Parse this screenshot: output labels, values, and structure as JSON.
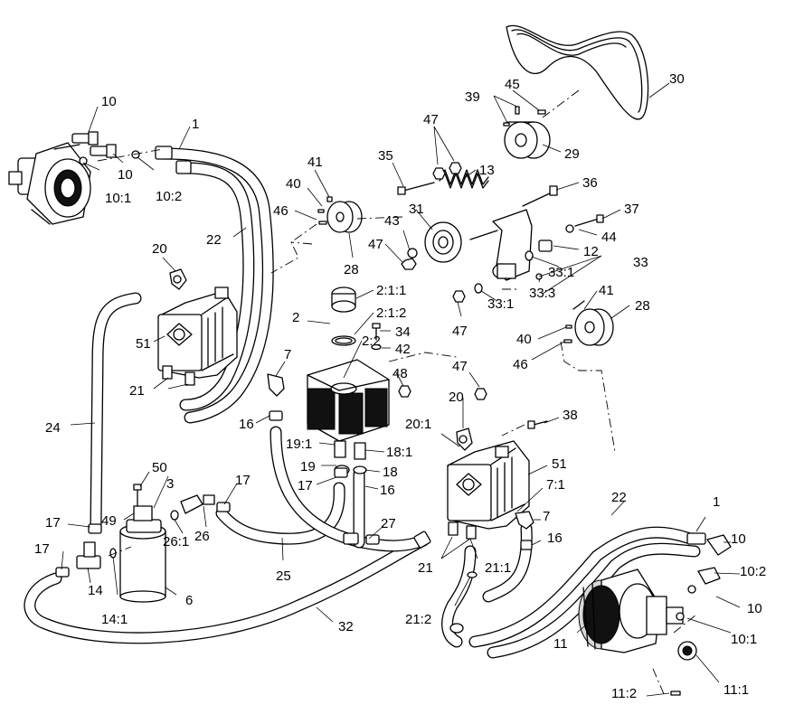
{
  "callouts": [
    {
      "id": "c-10-a",
      "text": "10"
    },
    {
      "id": "c-1-a",
      "text": "1"
    },
    {
      "id": "c-10-b",
      "text": "10"
    },
    {
      "id": "c-10-1-a",
      "text": "10:1"
    },
    {
      "id": "c-10-2-a",
      "text": "10:2"
    },
    {
      "id": "c-22-a",
      "text": "22"
    },
    {
      "id": "c-20-a",
      "text": "20"
    },
    {
      "id": "c-51-a",
      "text": "51"
    },
    {
      "id": "c-21-a",
      "text": "21"
    },
    {
      "id": "c-24",
      "text": "24"
    },
    {
      "id": "c-16-a",
      "text": "16"
    },
    {
      "id": "c-7-a",
      "text": "7"
    },
    {
      "id": "c-40-a",
      "text": "40"
    },
    {
      "id": "c-41-a",
      "text": "41"
    },
    {
      "id": "c-46-a",
      "text": "46"
    },
    {
      "id": "c-28-a",
      "text": "28"
    },
    {
      "id": "c-2",
      "text": "2"
    },
    {
      "id": "c-2-1-1",
      "text": "2:1:1"
    },
    {
      "id": "c-2-1-2",
      "text": "2:1:2"
    },
    {
      "id": "c-2-2",
      "text": "2:2"
    },
    {
      "id": "c-34",
      "text": "34"
    },
    {
      "id": "c-42",
      "text": "42"
    },
    {
      "id": "c-48",
      "text": "48"
    },
    {
      "id": "c-19-1",
      "text": "19:1"
    },
    {
      "id": "c-18-1",
      "text": "18:1"
    },
    {
      "id": "c-19",
      "text": "19"
    },
    {
      "id": "c-18",
      "text": "18"
    },
    {
      "id": "c-17-a",
      "text": "17"
    },
    {
      "id": "c-16-b",
      "text": "16"
    },
    {
      "id": "c-35",
      "text": "35"
    },
    {
      "id": "c-47-a",
      "text": "47"
    },
    {
      "id": "c-13",
      "text": "13"
    },
    {
      "id": "c-31",
      "text": "31"
    },
    {
      "id": "c-43",
      "text": "43"
    },
    {
      "id": "c-47-b",
      "text": "47"
    },
    {
      "id": "c-36",
      "text": "36"
    },
    {
      "id": "c-37",
      "text": "37"
    },
    {
      "id": "c-44",
      "text": "44"
    },
    {
      "id": "c-12",
      "text": "12"
    },
    {
      "id": "c-33-1-a",
      "text": "33:1"
    },
    {
      "id": "c-33",
      "text": "33"
    },
    {
      "id": "c-33-3",
      "text": "33:3"
    },
    {
      "id": "c-33-1-b",
      "text": "33:1"
    },
    {
      "id": "c-47-c",
      "text": "47"
    },
    {
      "id": "c-39",
      "text": "39"
    },
    {
      "id": "c-45",
      "text": "45"
    },
    {
      "id": "c-30",
      "text": "30"
    },
    {
      "id": "c-29",
      "text": "29"
    },
    {
      "id": "c-41-b",
      "text": "41"
    },
    {
      "id": "c-28-b",
      "text": "28"
    },
    {
      "id": "c-40-b",
      "text": "40"
    },
    {
      "id": "c-46-b",
      "text": "46"
    },
    {
      "id": "c-47-d",
      "text": "47"
    },
    {
      "id": "c-20-b",
      "text": "20"
    },
    {
      "id": "c-38",
      "text": "38"
    },
    {
      "id": "c-20-1",
      "text": "20:1"
    },
    {
      "id": "c-51-b",
      "text": "51"
    },
    {
      "id": "c-7-1",
      "text": "7:1"
    },
    {
      "id": "c-7-b",
      "text": "7"
    },
    {
      "id": "c-16-c",
      "text": "16"
    },
    {
      "id": "c-21-b",
      "text": "21"
    },
    {
      "id": "c-21-1",
      "text": "21:1"
    },
    {
      "id": "c-21-2",
      "text": "21:2"
    },
    {
      "id": "c-22-b",
      "text": "22"
    },
    {
      "id": "c-1-b",
      "text": "1"
    },
    {
      "id": "c-10-c",
      "text": "10"
    },
    {
      "id": "c-10-2-b",
      "text": "10:2"
    },
    {
      "id": "c-10-d",
      "text": "10"
    },
    {
      "id": "c-10-1-b",
      "text": "10:1"
    },
    {
      "id": "c-11",
      "text": "11"
    },
    {
      "id": "c-11-1",
      "text": "11:1"
    },
    {
      "id": "c-11-2",
      "text": "11:2"
    },
    {
      "id": "c-50",
      "text": "50"
    },
    {
      "id": "c-3",
      "text": "3"
    },
    {
      "id": "c-49",
      "text": "49"
    },
    {
      "id": "c-17-b",
      "text": "17"
    },
    {
      "id": "c-17-c",
      "text": "17"
    },
    {
      "id": "c-14",
      "text": "14"
    },
    {
      "id": "c-14-1",
      "text": "14:1"
    },
    {
      "id": "c-26-1",
      "text": "26:1"
    },
    {
      "id": "c-26",
      "text": "26"
    },
    {
      "id": "c-6",
      "text": "6"
    },
    {
      "id": "c-17-d",
      "text": "17"
    },
    {
      "id": "c-25",
      "text": "25"
    },
    {
      "id": "c-27",
      "text": "27"
    },
    {
      "id": "c-32",
      "text": "32"
    }
  ]
}
